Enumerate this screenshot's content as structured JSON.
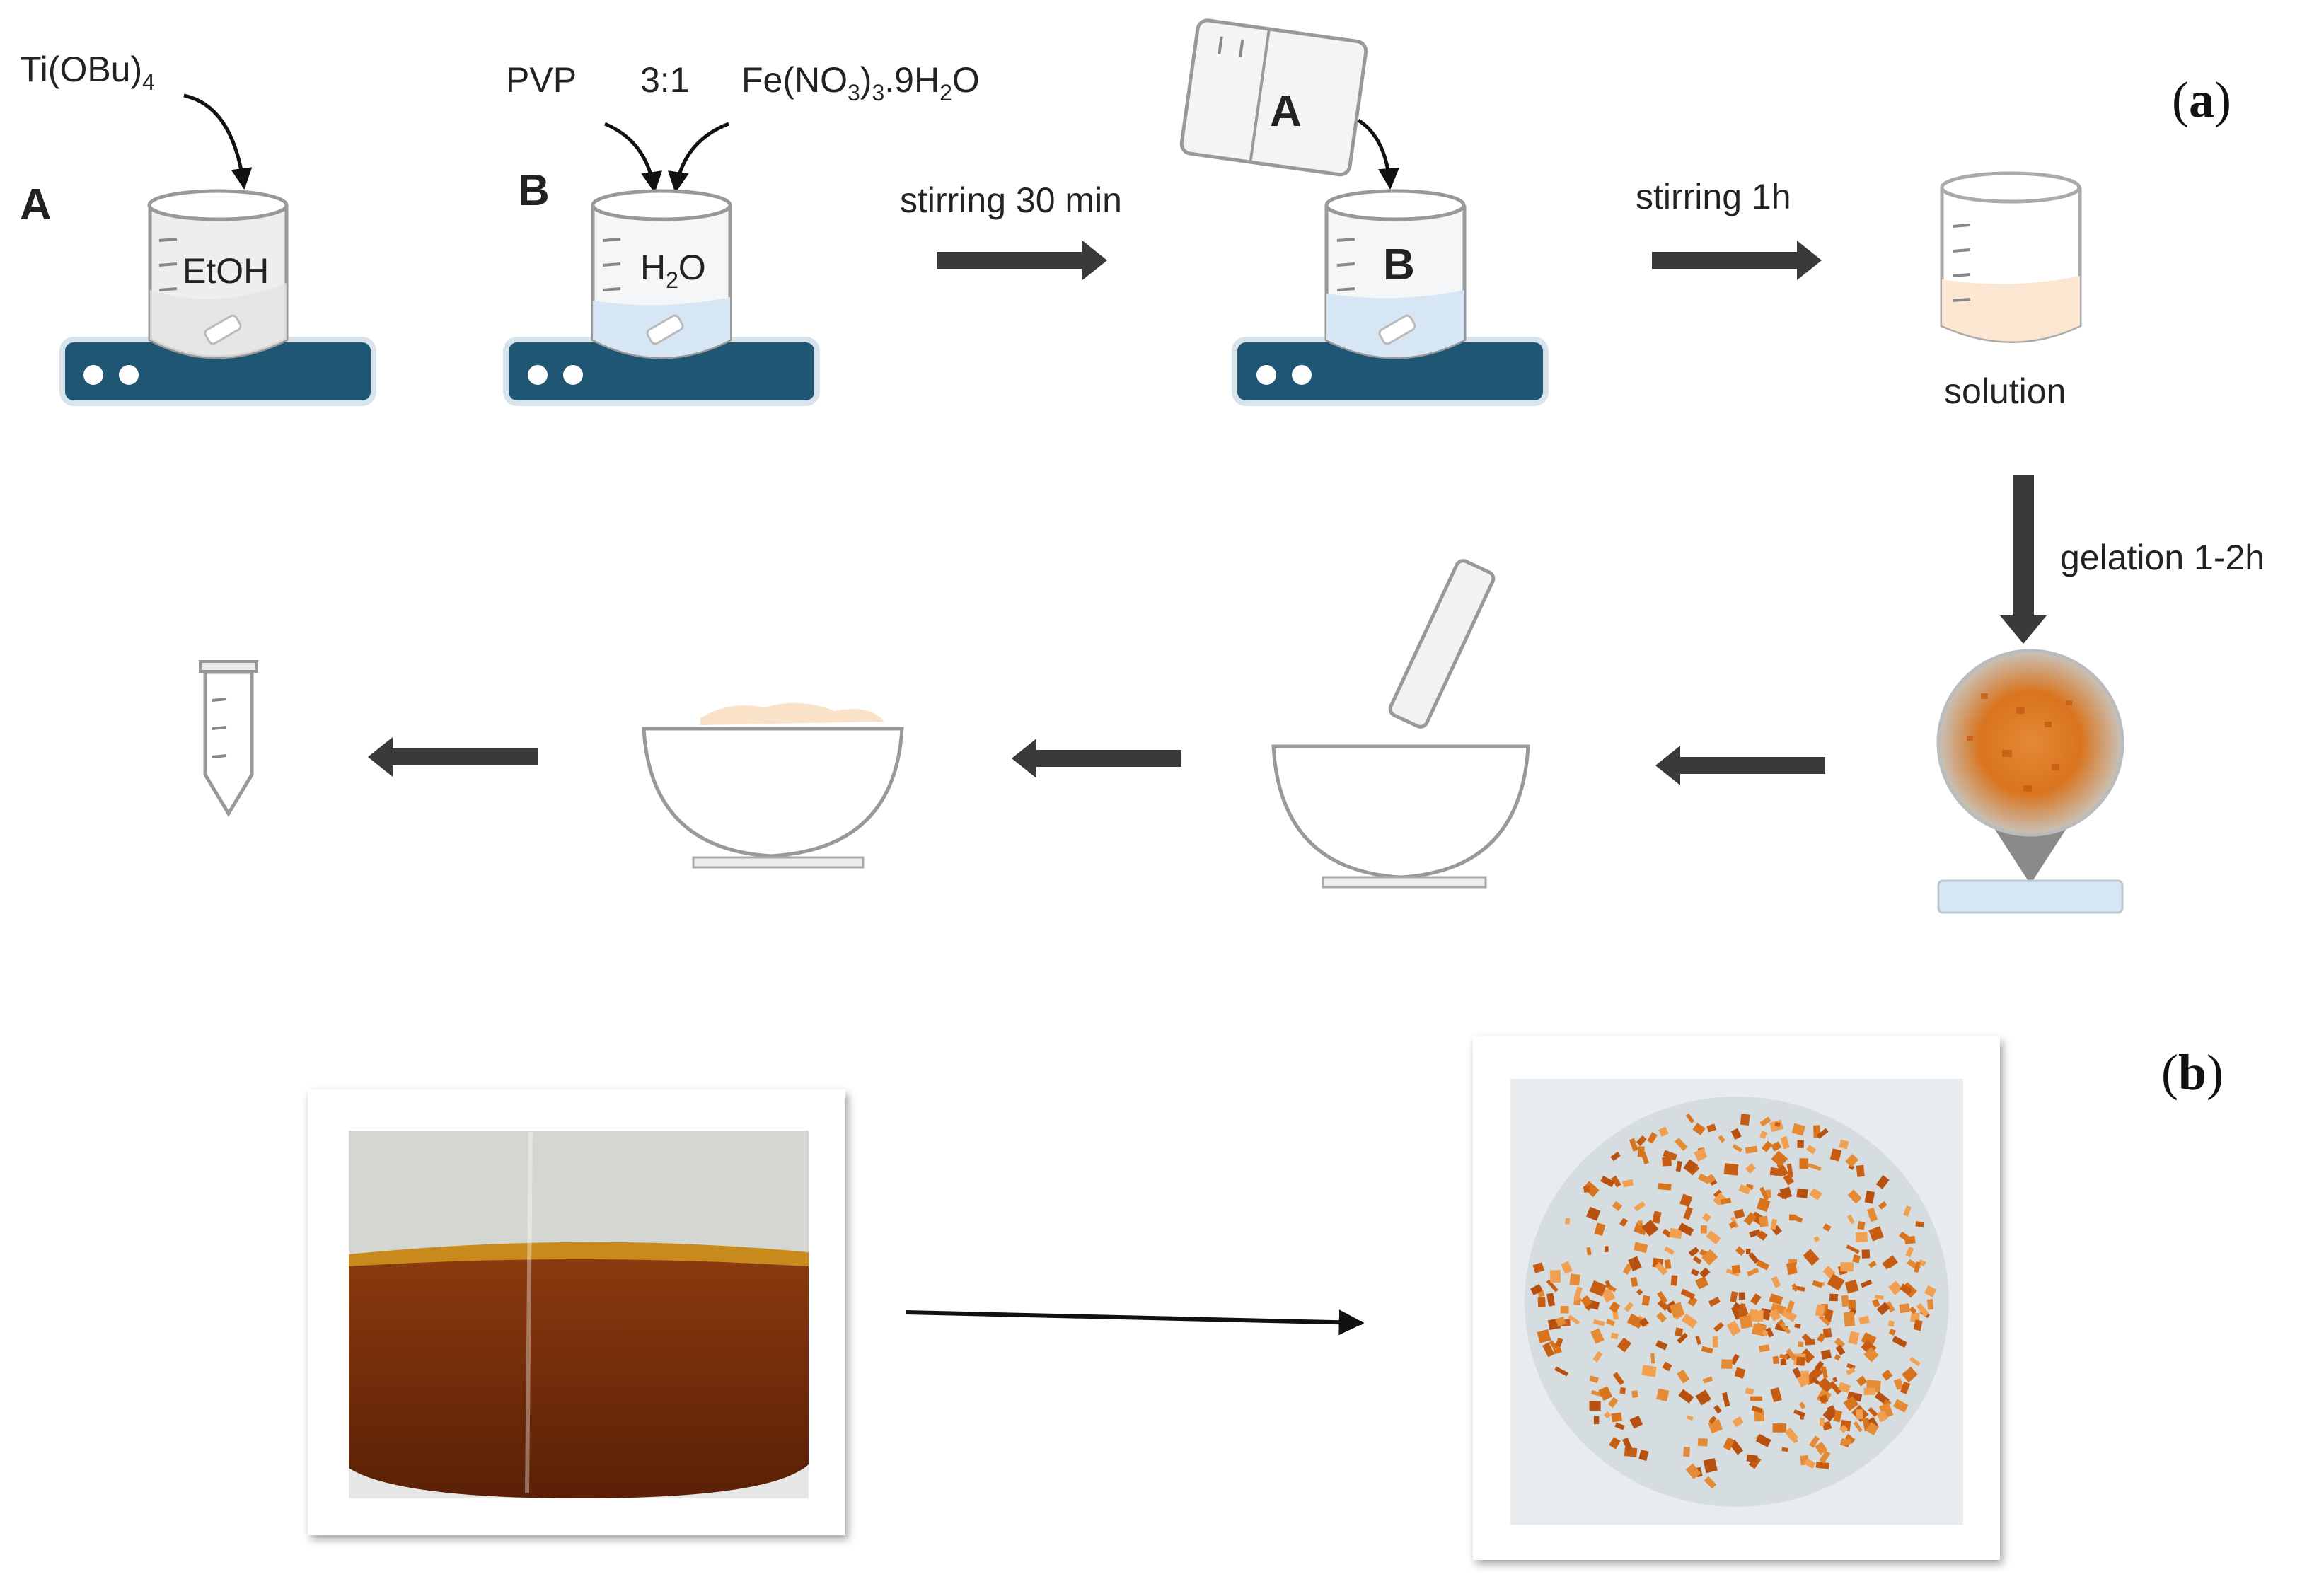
{
  "panel_a": {
    "label_open": "(",
    "label_letter": "a",
    "label_close": ")",
    "beaker_a": {
      "letter": "A",
      "solvent": "EtOH",
      "reagent_base": "Ti(OBu)",
      "reagent_sub": "4"
    },
    "beaker_b": {
      "letter": "B",
      "solvent_base": "H",
      "solvent_sub": "2",
      "solvent_end": "O",
      "reagent_1": "PVP",
      "ratio": "3:1",
      "reagent_2_pre": "Fe(NO",
      "reagent_2_sub1": "3",
      "reagent_2_mid": ")",
      "reagent_2_sub2": "3",
      "reagent_2_mid2": ".9H",
      "reagent_2_sub3": "2",
      "reagent_2_end": "O"
    },
    "step_1": "stirring 30 min",
    "pour_letter": "A",
    "mix_letter": "B",
    "step_2": "stirring 1h",
    "solution_label": "solution",
    "step_3": "gelation 1-2h"
  },
  "panel_b": {
    "label_open": "(",
    "label_letter": "b",
    "label_close": ")"
  },
  "colors": {
    "arrow": "#3a3a3a",
    "stirrer_plate": "#1f5674",
    "water_fill": "#d6e6f4",
    "solution_fill": "#fbe6d2",
    "gel_orange": "#d9741e",
    "liquid_brown": "#6e2a08"
  }
}
